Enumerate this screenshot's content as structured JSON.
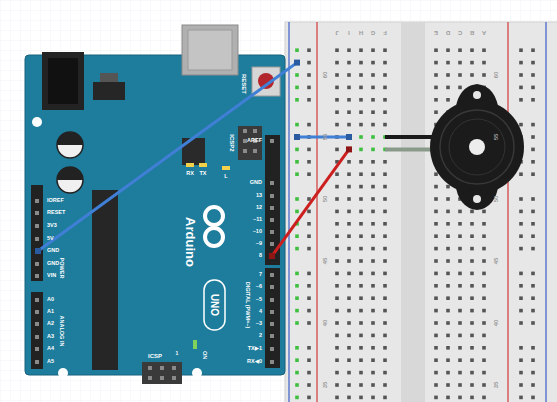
{
  "diagram": {
    "labels": [
      "RESET",
      "ICSP2",
      "AREF",
      "GND",
      "13",
      "12",
      "~11",
      "~10",
      "~9",
      "8",
      "7",
      "~6",
      "~5",
      "4",
      "~3",
      "2",
      "TX▶1",
      "RX◀0",
      "DIGITAL (PWM=~)",
      "IOREF",
      "RESET",
      "3V3",
      "5V",
      "GND",
      "GND",
      "VIN",
      "POWER",
      "A0",
      "A1",
      "A2",
      "A3",
      "A4",
      "A5",
      "ANALOG IN",
      "Arduino",
      "UNO",
      "RX",
      "TX",
      "L",
      "ON",
      "ICSP",
      "1",
      "60",
      "55",
      "50",
      "45",
      "40",
      "35",
      "60",
      "55",
      "50",
      "45",
      "40",
      "35",
      "J",
      "I",
      "H",
      "G",
      "F",
      "E",
      "D",
      "C",
      "B",
      "A"
    ]
  }
}
